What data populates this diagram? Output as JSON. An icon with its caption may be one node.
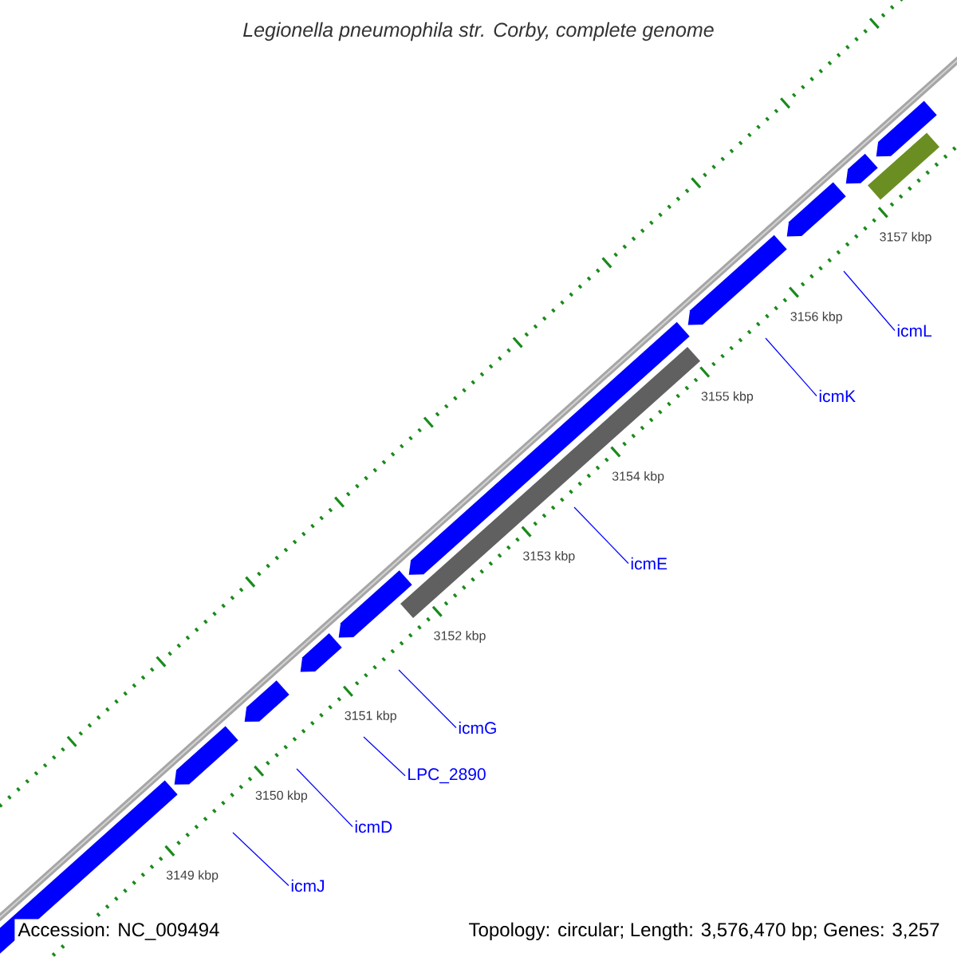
{
  "diagram": {
    "title": "Legionella pneumophila str. Corby, complete genome",
    "nodes": [
      {
        "text": [
          "icmL"
        ]
      },
      {
        "text": [
          "icmK"
        ]
      },
      {
        "text": [
          "icmE"
        ]
      },
      {
        "text": [
          "icmG"
        ]
      },
      {
        "text": [
          "LPC_2890"
        ]
      },
      {
        "text": [
          "icmD"
        ]
      },
      {
        "text": [
          "icmJ"
        ]
      }
    ],
    "edges": [
      {
        "from": 0,
        "to": null,
        "arrow": "none"
      },
      {
        "from": 1,
        "to": null,
        "arrow": "none"
      },
      {
        "from": 2,
        "to": null,
        "arrow": "none"
      },
      {
        "from": 3,
        "to": null,
        "arrow": "none"
      },
      {
        "from": 4,
        "to": null,
        "arrow": "none"
      },
      {
        "from": 5,
        "to": null,
        "arrow": "none"
      },
      {
        "from": 6,
        "to": null,
        "arrow": "none"
      }
    ],
    "labels": [
      "3157 kbp",
      "3156 kbp",
      "3155 kbp",
      "3154 kbp",
      "3153 kbp",
      "3152 kbp",
      "3151 kbp",
      "3150 kbp",
      "3149 kbp",
      "Accession: NC_009494",
      "Topology: circular; Length: 3,576,470 bp; Genes: 3,257"
    ]
  }
}
